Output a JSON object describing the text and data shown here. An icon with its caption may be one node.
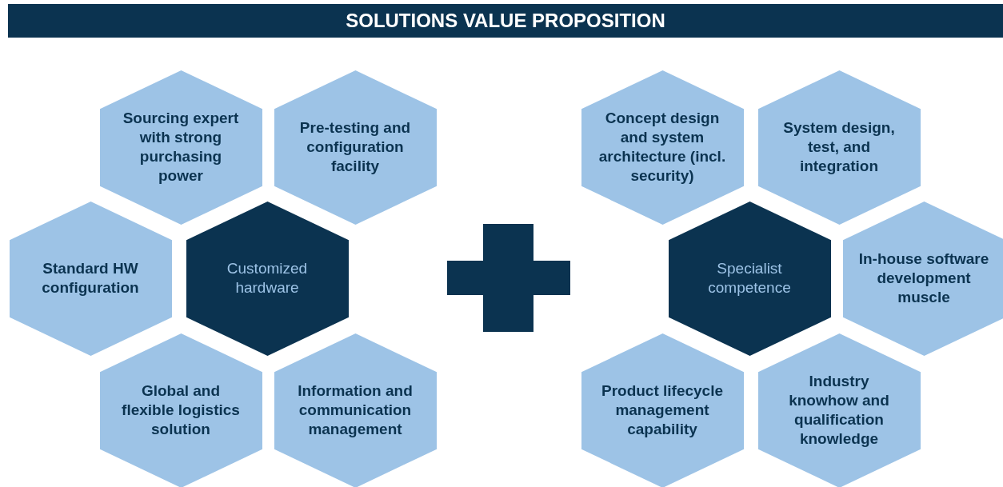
{
  "diagram": {
    "title": "SOLUTIONS VALUE PROPOSITION",
    "nodes": [
      {
        "text": [
          "Sourcing expert with strong purchasing power"
        ]
      },
      {
        "text": [
          "Pre-testing and configuration facility"
        ]
      },
      {
        "text": [
          "Standard HW configuration"
        ]
      },
      {
        "text": [
          "Customized hardware"
        ]
      },
      {
        "text": [
          "Global and flexible logistics solution"
        ]
      },
      {
        "text": [
          "Information and communication management"
        ]
      },
      {
        "text": [],
        "shape": "plus"
      },
      {
        "text": [
          "Concept design and system architecture (incl. security)"
        ]
      },
      {
        "text": [
          "System design, test, and integration"
        ]
      },
      {
        "text": [
          "Specialist competence"
        ]
      },
      {
        "text": [
          "In-house software development muscle"
        ]
      },
      {
        "text": [
          "Product lifecycle management capability"
        ]
      },
      {
        "text": [
          "Industry knowhow and qualification knowledge"
        ]
      }
    ]
  }
}
